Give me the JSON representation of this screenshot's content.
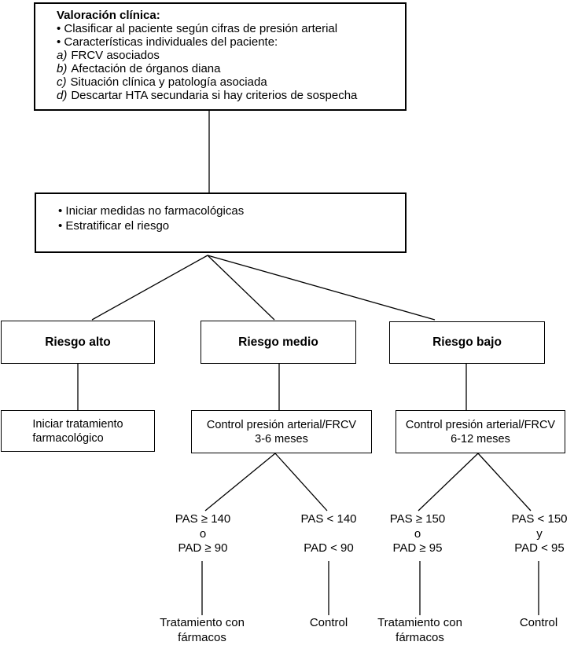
{
  "clinical": {
    "title": "Valoración clínica:",
    "bullet1": "• Clasificar al paciente según cifras de presión arterial",
    "bullet2": "• Características individuales del paciente:",
    "items": [
      {
        "marker": "a)",
        "text": "FRCV asociados"
      },
      {
        "marker": "b)",
        "text": "Afectación de órganos diana"
      },
      {
        "marker": "c)",
        "text": "Situación clínica y patología asociada"
      },
      {
        "marker": "d)",
        "text": "Descartar HTA secundaria si hay criterios de sospecha"
      }
    ]
  },
  "measures": {
    "bullet1": "• Iniciar medidas no farmacológicas",
    "bullet2": "• Estratificar el riesgo"
  },
  "risks": [
    {
      "label": "Riesgo alto"
    },
    {
      "label": "Riesgo medio"
    },
    {
      "label": "Riesgo bajo"
    }
  ],
  "actions": {
    "high": {
      "text": "Iniciar tratamiento\nfarmacológico"
    },
    "medium": {
      "text": "Control presión arterial/FRCV\n3-6 meses"
    },
    "low": {
      "text": "Control presión arterial/FRCV\n6-12 meses"
    }
  },
  "criteria": [
    {
      "text": "PAS ≥ 140\no\nPAD ≥ 90"
    },
    {
      "text": "PAS < 140\n\nPAD < 90"
    },
    {
      "text": "PAS ≥ 150\no\nPAD ≥ 95"
    },
    {
      "text": "PAS < 150\ny\nPAD < 95"
    }
  ],
  "outcomes": [
    {
      "text": "Tratamiento con\nfármacos"
    },
    {
      "text": "Control"
    },
    {
      "text": "Tratamiento con\nfármacos"
    },
    {
      "text": "Control"
    }
  ],
  "colors": {
    "line": "#000000",
    "background": "#ffffff",
    "text": "#000000"
  }
}
